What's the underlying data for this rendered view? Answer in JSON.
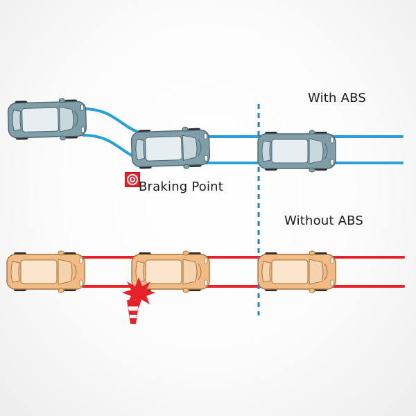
{
  "labels": {
    "with_abs": "With ABS",
    "without_abs": "Without ABS",
    "braking_point": "Braking Point"
  },
  "colors": {
    "with_abs_track": "#2a9fd8",
    "without_abs_track": "#e8202a",
    "divider": "#2a7fc0",
    "car_with_body": "#7f9ea8",
    "car_without_body": "#f0bb85",
    "impact": "#e8202a"
  },
  "icons": {
    "braking_point": "target-icon",
    "collision": "impact-burst-icon",
    "obstacle": "traffic-cone-icon"
  }
}
